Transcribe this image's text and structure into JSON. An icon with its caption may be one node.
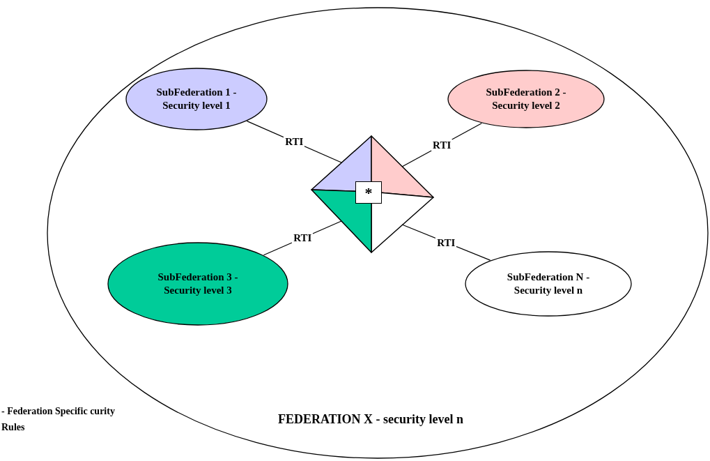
{
  "diagram": {
    "nodes": [
      {
        "text": [
          "FEDERATION X - security level n"
        ]
      },
      {
        "text": [
          "SubFederation 1 - Security level 1"
        ],
        "in": 0
      },
      {
        "text": [
          "SubFederation 2 - Security level 2"
        ],
        "in": 0
      },
      {
        "text": [
          "SubFederation 3 - Security level 3"
        ],
        "in": 0
      },
      {
        "text": [
          "SubFederation N - Security level n"
        ],
        "in": 0
      },
      {
        "text": [
          "*"
        ],
        "in": 0
      }
    ],
    "edges": [
      {
        "from": 1,
        "to": 5,
        "arrow": "none",
        "label": "RTI"
      },
      {
        "from": 2,
        "to": 5,
        "arrow": "none",
        "label": "RTI"
      },
      {
        "from": 3,
        "to": 5,
        "arrow": "none",
        "label": "RTI"
      },
      {
        "from": 4,
        "to": 5,
        "arrow": "none",
        "label": "RTI"
      }
    ],
    "labels": [
      "- Federation Specific curity Rules"
    ]
  }
}
